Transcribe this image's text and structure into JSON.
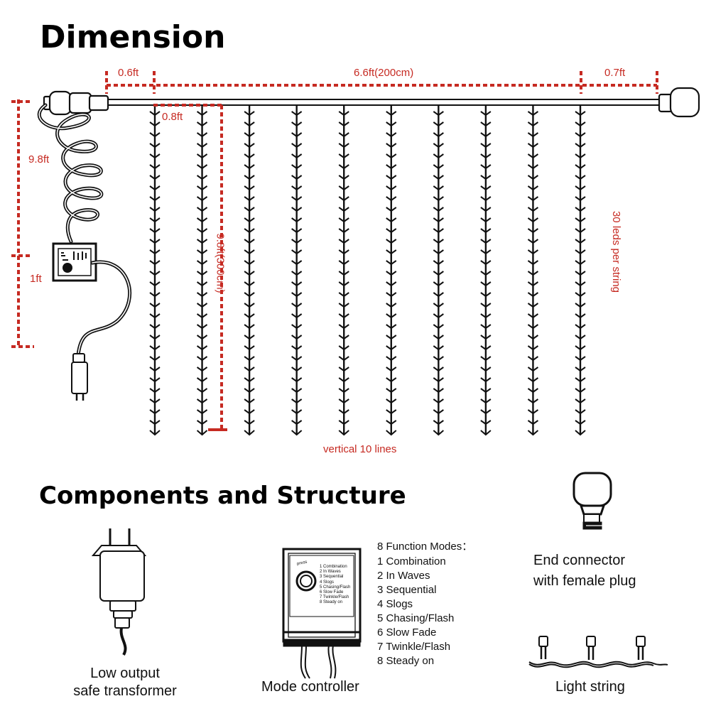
{
  "headings": {
    "dimension": "Dimension",
    "components": "Components and Structure"
  },
  "dimensions": {
    "left_lead": "0.6ft",
    "width": "6.6ft(200cm)",
    "right_lead": "0.7ft",
    "spacing": "0.8ft",
    "cable_length": "9.8ft",
    "plug_lead": "1ft",
    "drop_length": "9.8ft(300cm)",
    "leds_per_string": "30 leds per string",
    "line_count": "vertical 10 lines"
  },
  "curtain": {
    "strings": 10,
    "leds_per_string": 30
  },
  "components": {
    "transformer": [
      "Low output",
      "safe transformer"
    ],
    "controller": {
      "label": "Mode controller",
      "button": "press",
      "modes_title": "8 Function Modes：",
      "modes": [
        "1 Combination",
        "2 In Waves",
        "3 Sequential",
        "4 Slogs",
        "5 Chasing/Flash",
        "6 Slow Fade",
        "7 Twinkle/Flash",
        "8 Steady on"
      ],
      "mini_modes": [
        "1 Combination",
        "2 In Waves",
        "3 Sequential",
        "4 Slogs",
        "5 Chasing/Flash",
        "6 Slow Fade",
        "7 Twinkle/Flash",
        "8 Steady on"
      ]
    },
    "end_connector": [
      "End connector",
      "with female plug"
    ],
    "light_string": "Light string"
  },
  "colors": {
    "dimension_red": "#c62a22",
    "line": "#111111"
  }
}
